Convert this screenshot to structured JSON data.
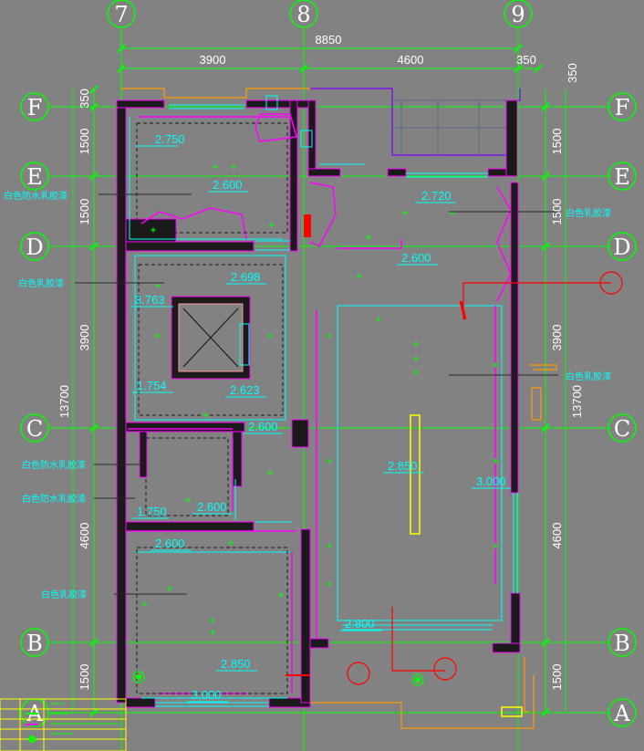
{
  "axes": {
    "top": [
      "7",
      "8",
      "9"
    ],
    "left": [
      "F",
      "E",
      "D",
      "C",
      "B",
      "A"
    ],
    "right": [
      "F",
      "E",
      "D",
      "C",
      "B",
      "A"
    ]
  },
  "dimensions": {
    "top_total": "8850",
    "top_segments": [
      "3900",
      "4600",
      "350"
    ],
    "top_right_small": "350",
    "left_total": "13700",
    "left_segments": [
      "350",
      "1500",
      "1500",
      "3900",
      "4600",
      "1500"
    ],
    "right_total": "13700",
    "right_segments": [
      "1500",
      "1500",
      "3900",
      "4600",
      "1500"
    ]
  },
  "ceiling_levels": [
    "2.750",
    "2.600",
    "2.720",
    "2.698",
    "2.600",
    "3.763",
    "1.754",
    "2.623",
    "2.600",
    "2.850",
    "3.000",
    "2.600",
    "1.750",
    "2.600",
    "2.800",
    "2.850",
    "3.000"
  ],
  "notes": {
    "waterproof_latex_1": "白色防水乳胶漆",
    "latex_right_1": "白色乳胶漆",
    "latex_left_1": "白色乳胶漆",
    "latex_right_2": "白色乳胶漆",
    "waterproof_latex_2": "白色防水乳胶漆",
    "waterproof_latex_3": "白色防水乳胶漆",
    "latex_left_2": "白色乳胶漆"
  },
  "colors": {
    "background": "#828282",
    "axis_green": "#00ff00",
    "wall_black": "#1a1a1a",
    "magenta": "#ff00ff",
    "cyan": "#00ffff",
    "yellow": "#ffff00",
    "orange": "#ff9900",
    "red": "#ff0000",
    "purple": "#7700ff"
  }
}
